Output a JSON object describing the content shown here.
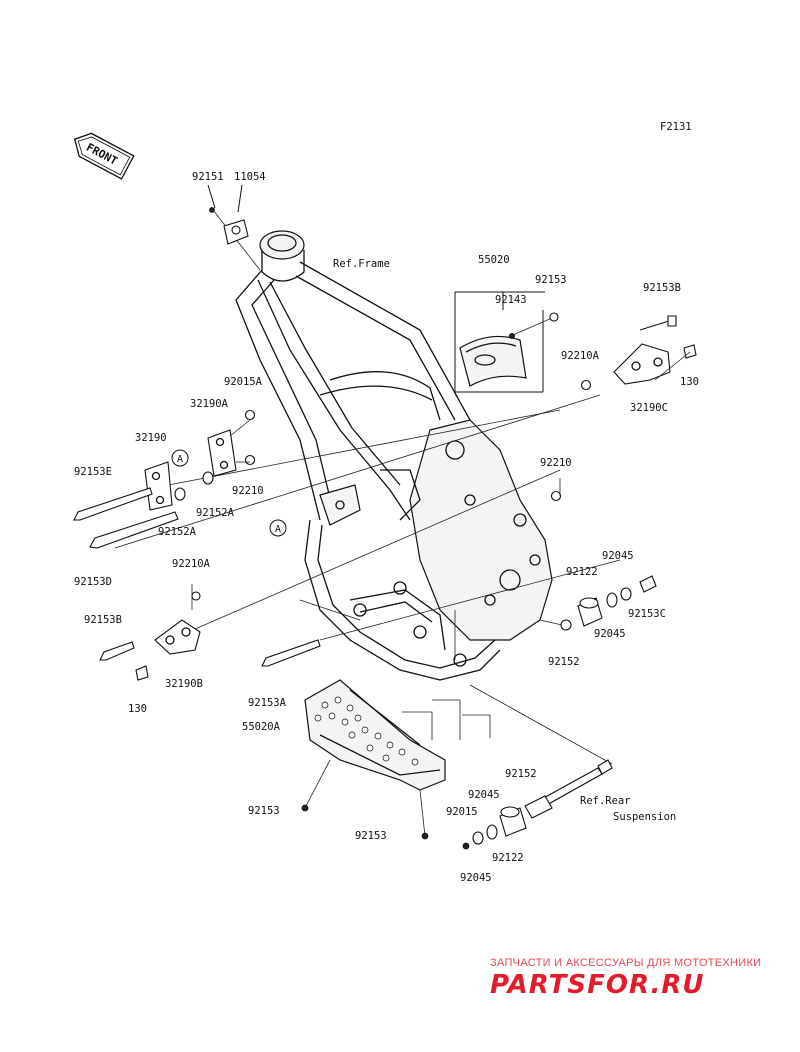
{
  "figure_code": "F2131",
  "front_badge": "FRONT",
  "references": {
    "frame": "Ref.Frame",
    "rear_suspension_line1": "Ref.Rear",
    "rear_suspension_line2": "Suspension"
  },
  "callout_marker": "A",
  "part_labels": {
    "p92151": "92151",
    "p11054": "11054",
    "p55020": "55020",
    "p92153_top": "92153",
    "p92143": "92143",
    "p92153B_right": "92153B",
    "p92210A_right": "92210A",
    "p130_right": "130",
    "p32190C": "32190C",
    "p92015A": "92015A",
    "p32190A": "32190A",
    "p32190": "32190",
    "p92153E": "92153E",
    "p92210_left": "92210",
    "p92152A_1": "92152A",
    "p92152A_2": "92152A",
    "p92153D": "92153D",
    "p92210A_left": "92210A",
    "p92153B_left": "92153B",
    "p130_left": "130",
    "p32190B": "32190B",
    "p92153A": "92153A",
    "p55020A": "55020A",
    "p92153_bottom_left": "92153",
    "p92153_bottom_mid": "92153",
    "p92210_right": "92210",
    "p92045_1": "92045",
    "p92122_1": "92122",
    "p92153C": "92153C",
    "p92045_2": "92045",
    "p92152_right": "92152",
    "p92152_bottom": "92152",
    "p92045_3": "92045",
    "p92015": "92015",
    "p92122_2": "92122",
    "p92045_4": "92045"
  },
  "watermark": {
    "tagline": "ЗАПЧАСТИ И АКСЕССУАРЫ ДЛЯ МОТОТЕХНИКИ",
    "brand": "PARTSFOR.RU"
  }
}
